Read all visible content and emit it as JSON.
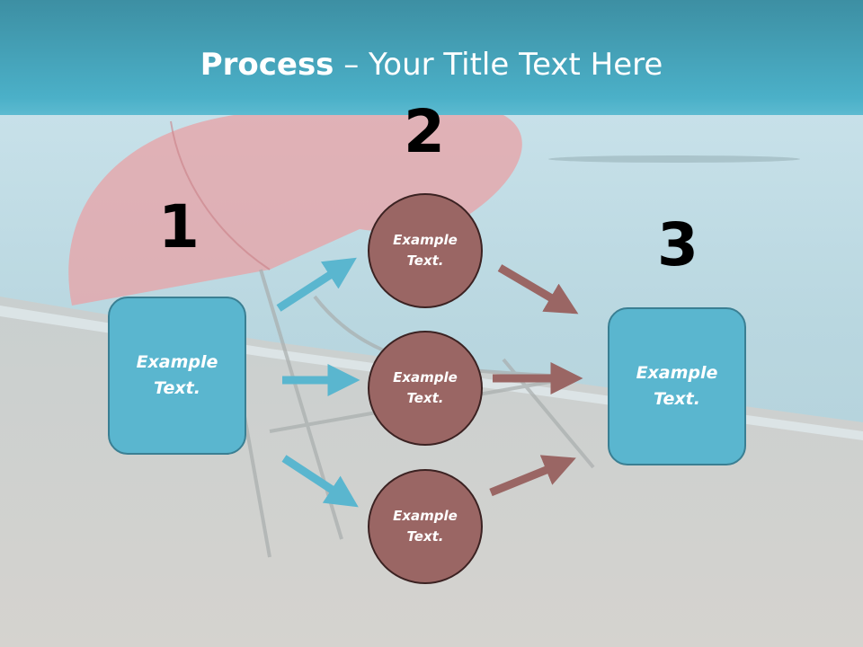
{
  "title": {
    "strong": "Process",
    "rest": " – Your Title Text Here"
  },
  "steps": [
    {
      "number": "1",
      "box_text": "Example\nText."
    },
    {
      "number": "2",
      "circles": [
        "Example\nText.",
        "Example\nText.",
        "Example\nText."
      ]
    },
    {
      "number": "3",
      "box_text": "Example\nText."
    }
  ],
  "colors": {
    "blue": "#5ab6cf",
    "brown": "#9a6664",
    "header": "#4aa7bf"
  }
}
